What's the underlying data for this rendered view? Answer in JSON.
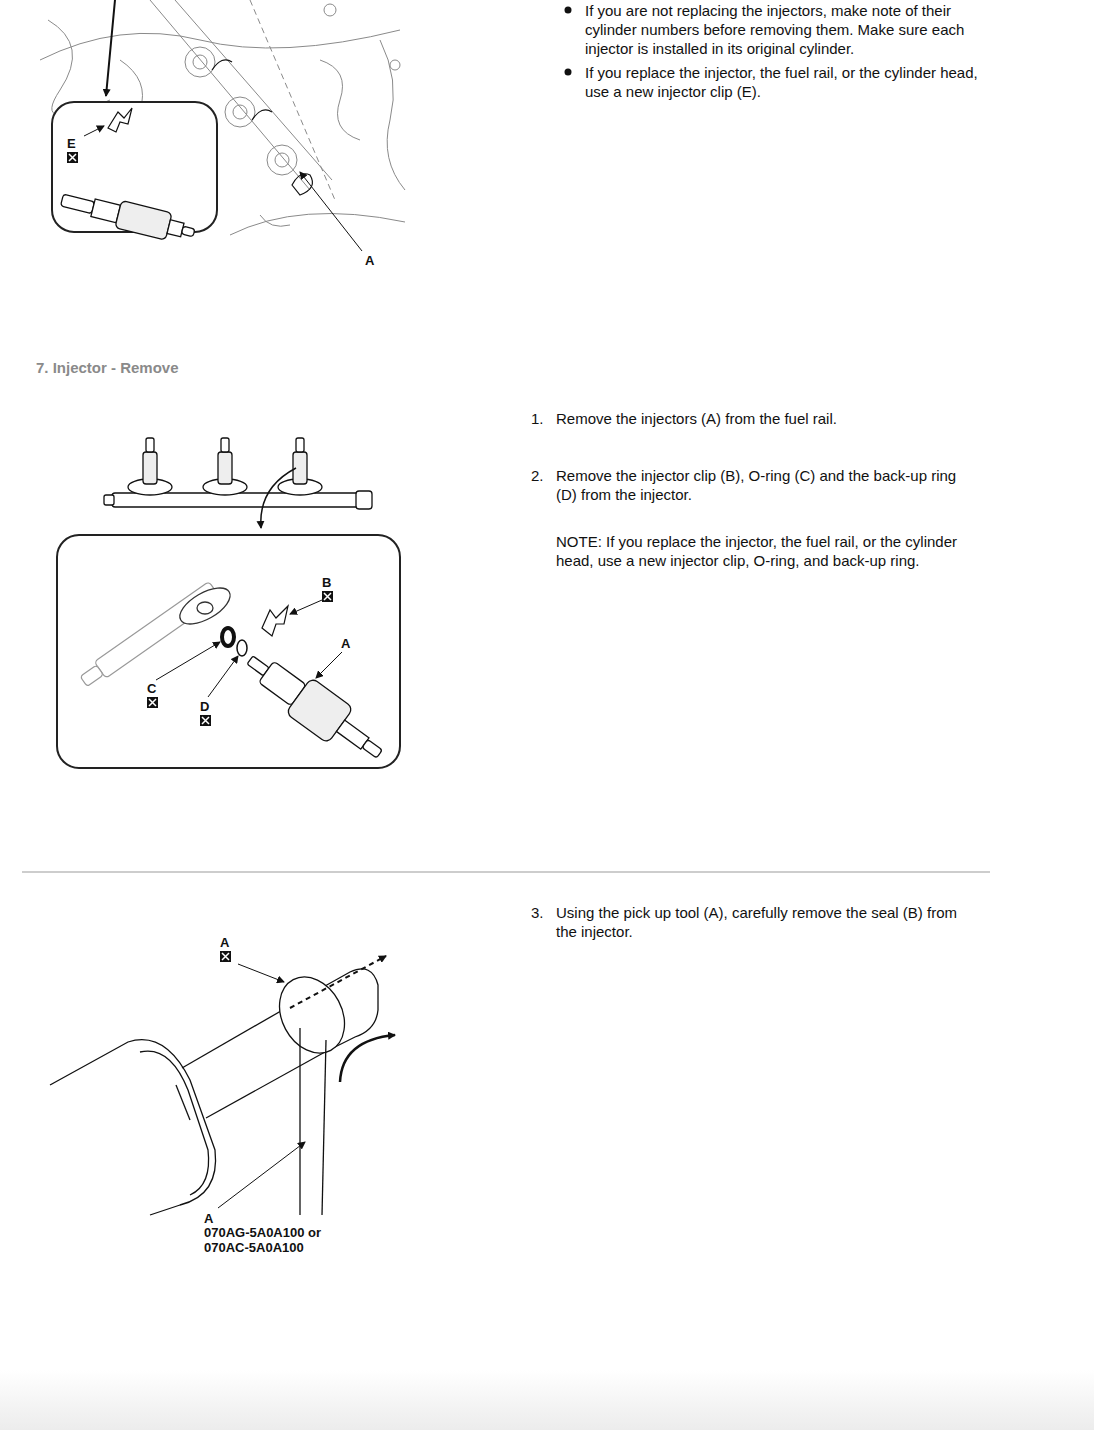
{
  "diagram": {
    "title": "7. Injector - Remove",
    "labels": [
      "If you are not replacing the injectors, make note of their cylinder numbers before removing them. Make sure each injector is installed in its original cylinder.",
      "If you replace the injector, the fuel rail, or the cylinder head, use a new injector clip (E).",
      "E",
      "A",
      "1.",
      "Remove the injectors (A) from the fuel rail.",
      "2.",
      "Remove the injector clip (B), O-ring (C) and the back-up ring (D) from the injector.",
      "NOTE: If you replace the injector, the fuel rail, or the cylinder head, use a new injector clip, O-ring, and back-up ring.",
      "B",
      "A",
      "C",
      "D",
      "3.",
      "Using the pick up tool (A), carefully remove the seal (B) from the injector.",
      "A",
      "A",
      "070AG-5A0A100 or 070AC-5A0A100"
    ]
  }
}
